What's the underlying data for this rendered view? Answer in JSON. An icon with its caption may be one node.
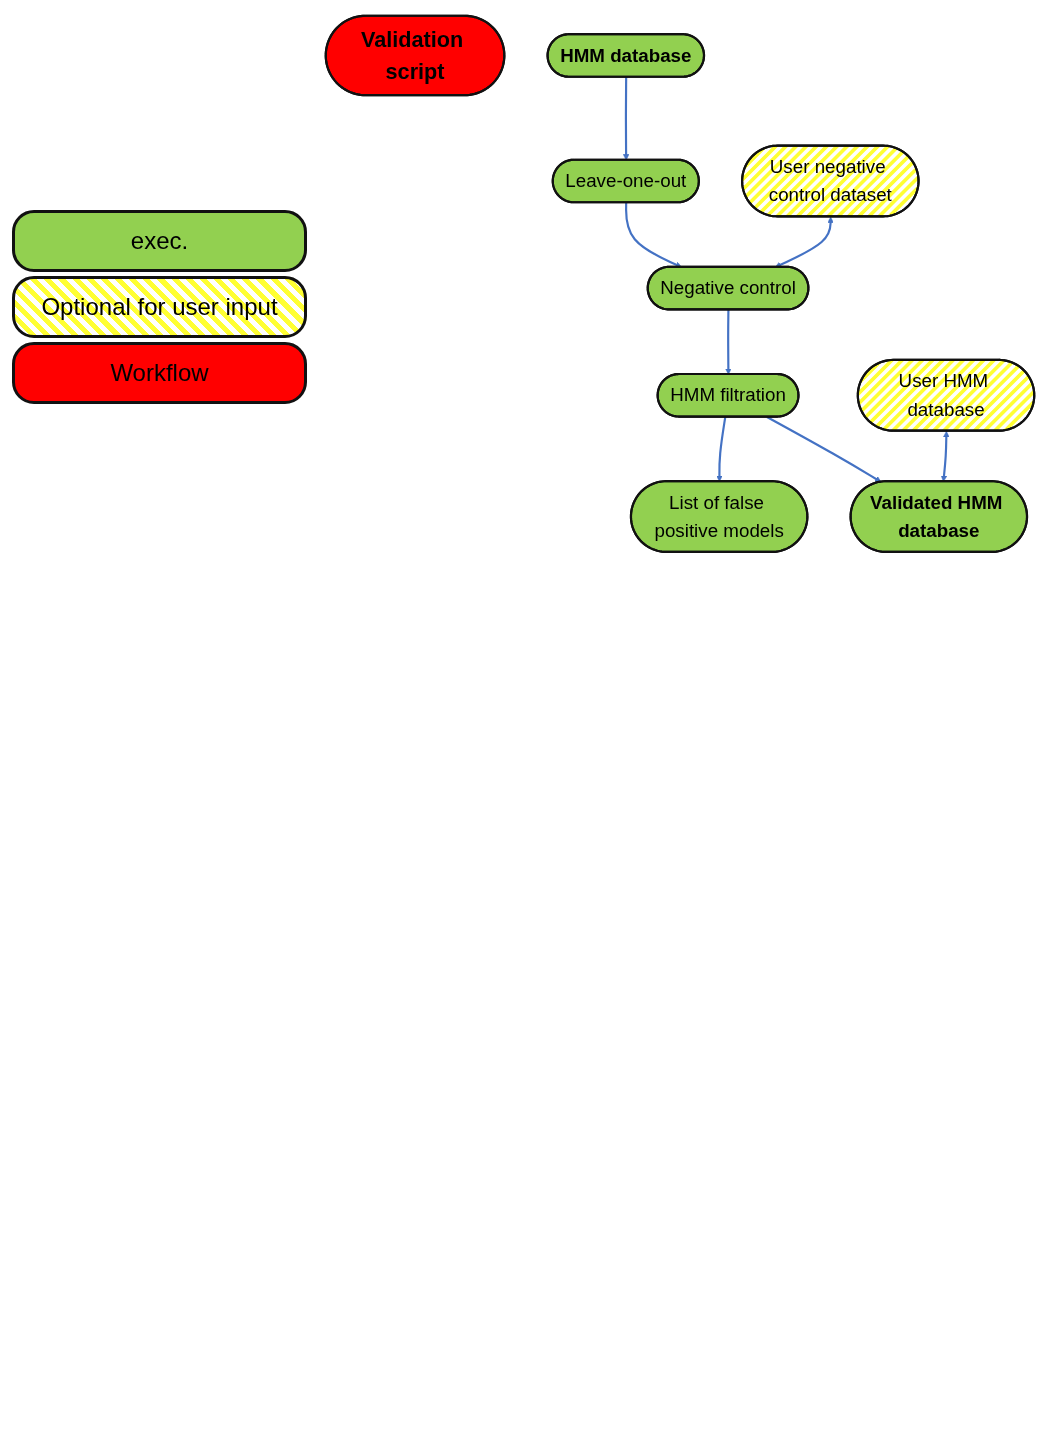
{
  "diagram": {
    "nodes": [
      {
        "text": [
          "Validation script"
        ]
      },
      {
        "text": [
          "HMM database"
        ]
      },
      {
        "text": [
          "Leave-one-out"
        ]
      },
      {
        "text": [
          "User negative control dataset"
        ]
      },
      {
        "text": [
          "Negative control"
        ]
      },
      {
        "text": [
          "List of false positive models"
        ]
      },
      {
        "text": [
          "HMM filtration"
        ]
      },
      {
        "text": [
          "User HMM database"
        ]
      },
      {
        "text": [
          "Validated HMM database"
        ]
      }
    ],
    "edges": [
      {
        "from": 1,
        "to": 2,
        "arrow": "to"
      },
      {
        "from": 2,
        "to": 4,
        "arrow": "to"
      },
      {
        "from": 3,
        "to": 4,
        "arrow": "both"
      },
      {
        "from": 4,
        "to": 6,
        "arrow": "to"
      },
      {
        "from": 6,
        "to": 5,
        "arrow": "to"
      },
      {
        "from": 6,
        "to": 8,
        "arrow": "to"
      },
      {
        "from": 7,
        "to": 8,
        "arrow": "both"
      }
    ],
    "legend": [
      {
        "text": "exec.",
        "color": "#92d050"
      },
      {
        "text": "Optional for user input"
      },
      {
        "text": "Workflow",
        "color": "#ff0000"
      }
    ]
  }
}
